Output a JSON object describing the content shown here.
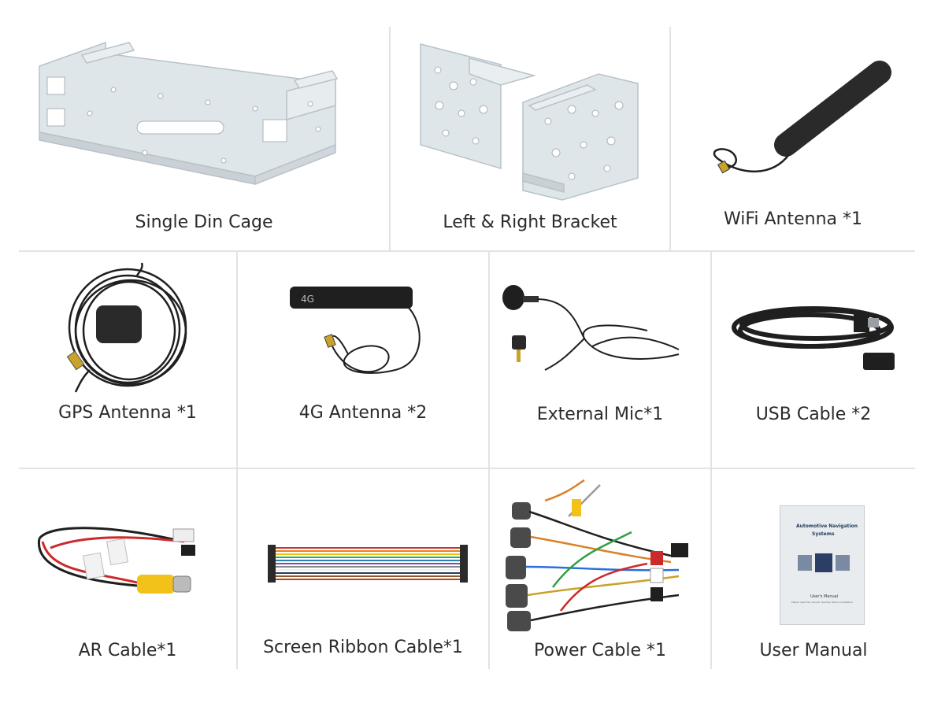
{
  "items": [
    {
      "label": "Single Din Cage",
      "icon": "single-din-cage-icon"
    },
    {
      "label": "Left & Right Bracket",
      "icon": "mounting-bracket-icon"
    },
    {
      "label": "WiFi Antenna *1",
      "icon": "wifi-antenna-icon"
    },
    {
      "label": "GPS Antenna *1",
      "icon": "gps-antenna-icon"
    },
    {
      "label": "4G Antenna *2",
      "icon": "4g-antenna-icon"
    },
    {
      "label": "External Mic*1",
      "icon": "microphone-icon"
    },
    {
      "label": "USB Cable *2",
      "icon": "usb-cable-icon"
    },
    {
      "label": "AR Cable*1",
      "icon": "ar-cable-icon"
    },
    {
      "label": "Screen Ribbon Cable*1",
      "icon": "ribbon-cable-icon"
    },
    {
      "label": "Power Cable *1",
      "icon": "power-cable-icon"
    },
    {
      "label": "User Manual",
      "icon": "user-manual-icon"
    }
  ],
  "antenna_badge": "4G",
  "manual": {
    "title_line1": "Automotive Navigation",
    "title_line2": "Systems",
    "subtitle": "User's Manual",
    "note": "Please read this manual carefully before installation"
  },
  "colors": {
    "metal": "#dfe6ea",
    "metal_edge": "#b9c2c8",
    "cable": "#1f1f1f",
    "yellow": "#f2c21a",
    "divider": "#e3e3e3"
  }
}
